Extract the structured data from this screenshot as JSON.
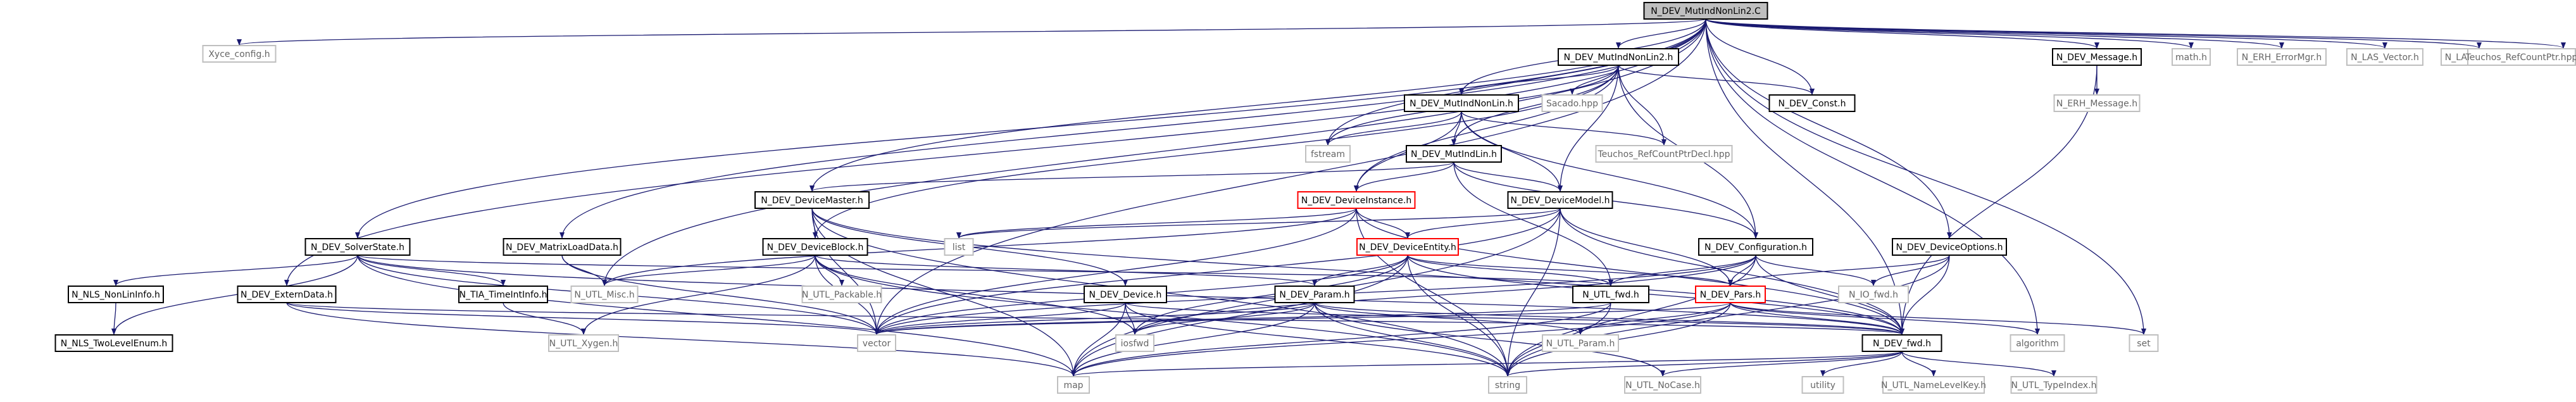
{
  "colors": {
    "edge": "#191970",
    "edge_alt": "#4b4b8a",
    "node_border": "#000000",
    "node_grey_border": "#bfbfbf",
    "node_red_border": "#ff0000",
    "root_fill": "#bfbfbf",
    "node_fill": "#ffffff",
    "text": "#000000",
    "grey_text": "#666666"
  },
  "nodes": [
    {
      "id": "root",
      "label": "N_DEV_MutIndNonLin2.C",
      "style": "root"
    },
    {
      "id": "xyce_config",
      "label": "Xyce_config.h",
      "style": "grey"
    },
    {
      "id": "dev_fwd",
      "label": "N_DEV_fwd.h",
      "style": "normal"
    },
    {
      "id": "utl_fwd",
      "label": "N_UTL_fwd.h",
      "style": "normal"
    },
    {
      "id": "io_fwd",
      "label": "N_IO_fwd.h",
      "style": "grey"
    },
    {
      "id": "dev_const",
      "label": "N_DEV_Const.h",
      "style": "normal"
    },
    {
      "id": "dev_mutindnonlin2",
      "label": "N_DEV_MutIndNonLin2.h",
      "style": "normal"
    },
    {
      "id": "dev_mutindnonlin",
      "label": "N_DEV_MutIndNonLin.h",
      "style": "normal"
    },
    {
      "id": "dev_mutindlin",
      "label": "N_DEV_MutIndLin.h",
      "style": "normal"
    },
    {
      "id": "dev_devicemaster",
      "label": "N_DEV_DeviceMaster.h",
      "style": "normal"
    },
    {
      "id": "dev_deviceinstance",
      "label": "N_DEV_DeviceInstance.h",
      "style": "red"
    },
    {
      "id": "dev_devicemodel",
      "label": "N_DEV_DeviceModel.h",
      "style": "normal"
    },
    {
      "id": "dev_configuration",
      "label": "N_DEV_Configuration.h",
      "style": "normal"
    },
    {
      "id": "dev_deviceoptions",
      "label": "N_DEV_DeviceOptions.h",
      "style": "normal"
    },
    {
      "id": "dev_message",
      "label": "N_DEV_Message.h",
      "style": "normal"
    },
    {
      "id": "erh_message",
      "label": "N_ERH_Message.h",
      "style": "grey"
    },
    {
      "id": "math",
      "label": "math.h",
      "style": "grey"
    },
    {
      "id": "erh_errormgr",
      "label": "N_ERH_ErrorMgr.h",
      "style": "grey"
    },
    {
      "id": "las_vector",
      "label": "N_LAS_Vector.h",
      "style": "grey"
    },
    {
      "id": "las_matrix",
      "label": "N_LAS_Matrix.h",
      "style": "grey"
    },
    {
      "id": "teuchos_rcp",
      "label": "Teuchos_RefCountPtr.hpp",
      "style": "grey"
    },
    {
      "id": "sacado",
      "label": "Sacado.hpp",
      "style": "grey"
    },
    {
      "id": "teuchos_rcpdecl",
      "label": "Teuchos_RefCountPtrDecl.hpp",
      "style": "grey"
    },
    {
      "id": "fstream",
      "label": "fstream",
      "style": "grey"
    },
    {
      "id": "dev_solverstate",
      "label": "N_DEV_SolverState.h",
      "style": "normal"
    },
    {
      "id": "dev_matrixloaddata",
      "label": "N_DEV_MatrixLoadData.h",
      "style": "normal"
    },
    {
      "id": "dev_externdata",
      "label": "N_DEV_ExternData.h",
      "style": "normal"
    },
    {
      "id": "dev_deviceblock",
      "label": "N_DEV_DeviceBlock.h",
      "style": "normal"
    },
    {
      "id": "dev_deviceentity",
      "label": "N_DEV_DeviceEntity.h",
      "style": "red"
    },
    {
      "id": "dev_device",
      "label": "N_DEV_Device.h",
      "style": "normal"
    },
    {
      "id": "dev_param",
      "label": "N_DEV_Param.h",
      "style": "normal"
    },
    {
      "id": "dev_pars",
      "label": "N_DEV_Pars.h",
      "style": "red"
    },
    {
      "id": "nls_noninfo",
      "label": "N_NLS_NonLinInfo.h",
      "style": "normal"
    },
    {
      "id": "nls_twolevelenum",
      "label": "N_NLS_TwoLevelEnum.h",
      "style": "normal"
    },
    {
      "id": "tia_timeintinfo",
      "label": "N_TIA_TimeIntInfo.h",
      "style": "normal"
    },
    {
      "id": "utl_misc",
      "label": "N_UTL_Misc.h",
      "style": "grey"
    },
    {
      "id": "utl_packable",
      "label": "N_UTL_Packable.h",
      "style": "grey"
    },
    {
      "id": "utl_xygen",
      "label": "N_UTL_Xygen.h",
      "style": "grey"
    },
    {
      "id": "utl_param",
      "label": "N_UTL_Param.h",
      "style": "grey"
    },
    {
      "id": "utl_nocase",
      "label": "N_UTL_NoCase.h",
      "style": "grey"
    },
    {
      "id": "utl_namelevelkey",
      "label": "N_UTL_NameLevelKey.h",
      "style": "grey"
    },
    {
      "id": "utl_typeindex",
      "label": "N_UTL_TypeIndex.h",
      "style": "grey"
    },
    {
      "id": "list",
      "label": "list",
      "style": "grey"
    },
    {
      "id": "vector",
      "label": "vector",
      "style": "grey"
    },
    {
      "id": "iosfwd",
      "label": "iosfwd",
      "style": "grey"
    },
    {
      "id": "map",
      "label": "map",
      "style": "grey"
    },
    {
      "id": "string",
      "label": "string",
      "style": "grey"
    },
    {
      "id": "algorithm",
      "label": "algorithm",
      "style": "grey"
    },
    {
      "id": "set",
      "label": "set",
      "style": "grey"
    },
    {
      "id": "utility",
      "label": "utility",
      "style": "grey"
    }
  ],
  "edges": [
    [
      "root",
      "xyce_config"
    ],
    [
      "root",
      "dev_mutindnonlin2"
    ],
    [
      "root",
      "dev_const"
    ],
    [
      "root",
      "dev_message"
    ],
    [
      "root",
      "math"
    ],
    [
      "root",
      "erh_errormgr"
    ],
    [
      "root",
      "las_vector"
    ],
    [
      "root",
      "las_matrix"
    ],
    [
      "root",
      "teuchos_rcp"
    ],
    [
      "root",
      "dev_devicemaster"
    ],
    [
      "root",
      "dev_solverstate"
    ],
    [
      "root",
      "dev_externdata"
    ],
    [
      "root",
      "dev_matrixloaddata"
    ],
    [
      "root",
      "dev_deviceoptions"
    ],
    [
      "root",
      "dev_mutindnonlin"
    ],
    [
      "root",
      "fstream"
    ],
    [
      "root",
      "utl_misc"
    ],
    [
      "root",
      "vector"
    ],
    [
      "root",
      "set"
    ],
    [
      "root",
      "algorithm"
    ],
    [
      "root",
      "dev_fwd"
    ],
    [
      "dev_mutindnonlin2",
      "dev_const"
    ],
    [
      "dev_mutindnonlin2",
      "sacado"
    ],
    [
      "dev_mutindnonlin2",
      "teuchos_rcpdecl"
    ],
    [
      "dev_mutindnonlin2",
      "dev_mutindnonlin"
    ],
    [
      "dev_mutindnonlin2",
      "fstream"
    ],
    [
      "dev_mutindnonlin2",
      "dev_mutindlin"
    ],
    [
      "dev_mutindnonlin2",
      "dev_deviceinstance"
    ],
    [
      "dev_mutindnonlin2",
      "dev_devicemodel"
    ],
    [
      "dev_mutindnonlin2",
      "dev_configuration"
    ],
    [
      "dev_mutindnonlin2",
      "dev_deviceblock"
    ],
    [
      "dev_mutindnonlin",
      "fstream"
    ],
    [
      "dev_mutindnonlin",
      "teuchos_rcpdecl"
    ],
    [
      "dev_mutindnonlin",
      "dev_mutindlin"
    ],
    [
      "dev_mutindnonlin",
      "dev_deviceinstance"
    ],
    [
      "dev_mutindnonlin",
      "dev_devicemodel"
    ],
    [
      "dev_mutindnonlin",
      "dev_configuration"
    ],
    [
      "dev_mutindlin",
      "dev_deviceinstance"
    ],
    [
      "dev_mutindlin",
      "dev_devicemodel"
    ],
    [
      "dev_mutindlin",
      "dev_devicemaster"
    ],
    [
      "dev_mutindlin",
      "dev_configuration"
    ],
    [
      "dev_mutindlin",
      "utl_fwd"
    ],
    [
      "dev_devicemaster",
      "dev_deviceblock"
    ],
    [
      "dev_devicemaster",
      "dev_device"
    ],
    [
      "dev_devicemaster",
      "map"
    ],
    [
      "dev_devicemaster",
      "vector"
    ],
    [
      "dev_devicemaster",
      "string"
    ],
    [
      "dev_devicemaster",
      "dev_fwd"
    ],
    [
      "dev_deviceinstance",
      "dev_deviceentity"
    ],
    [
      "dev_deviceinstance",
      "list"
    ],
    [
      "dev_deviceinstance",
      "vector"
    ],
    [
      "dev_deviceinstance",
      "string"
    ],
    [
      "dev_deviceinstance",
      "utl_misc"
    ],
    [
      "dev_deviceinstance",
      "dev_fwd"
    ],
    [
      "dev_devicemodel",
      "dev_deviceentity"
    ],
    [
      "dev_devicemodel",
      "dev_pars"
    ],
    [
      "dev_devicemodel",
      "map"
    ],
    [
      "dev_devicemodel",
      "vector"
    ],
    [
      "dev_devicemodel",
      "string"
    ],
    [
      "dev_devicemodel",
      "dev_fwd"
    ],
    [
      "dev_devicemodel",
      "list"
    ],
    [
      "dev_configuration",
      "dev_pars"
    ],
    [
      "dev_configuration",
      "dev_fwd"
    ],
    [
      "dev_configuration",
      "vector"
    ],
    [
      "dev_configuration",
      "string"
    ],
    [
      "dev_configuration",
      "iosfwd"
    ],
    [
      "dev_configuration",
      "utl_fwd"
    ],
    [
      "dev_configuration",
      "io_fwd"
    ],
    [
      "dev_deviceoptions",
      "dev_pars"
    ],
    [
      "dev_deviceoptions",
      "dev_fwd"
    ],
    [
      "dev_deviceoptions",
      "io_fwd"
    ],
    [
      "dev_deviceoptions",
      "string"
    ],
    [
      "dev_message",
      "erh_message"
    ],
    [
      "dev_message",
      "dev_fwd"
    ],
    [
      "dev_solverstate",
      "nls_noninfo"
    ],
    [
      "dev_solverstate",
      "nls_twolevelenum"
    ],
    [
      "dev_solverstate",
      "tia_timeintinfo"
    ],
    [
      "dev_solverstate",
      "vector"
    ],
    [
      "dev_solverstate",
      "map"
    ],
    [
      "dev_solverstate",
      "dev_fwd"
    ],
    [
      "dev_solverstate",
      "utl_fwd"
    ],
    [
      "nls_noninfo",
      "nls_twolevelenum"
    ],
    [
      "dev_matrixloaddata",
      "utl_misc"
    ],
    [
      "dev_matrixloaddata",
      "vector"
    ],
    [
      "dev_externdata",
      "vector"
    ],
    [
      "dev_externdata",
      "map"
    ],
    [
      "dev_externdata",
      "dev_fwd"
    ],
    [
      "dev_deviceblock",
      "utl_misc"
    ],
    [
      "dev_deviceblock",
      "utl_packable"
    ],
    [
      "dev_deviceblock",
      "dev_param"
    ],
    [
      "dev_deviceblock",
      "vector"
    ],
    [
      "dev_deviceblock",
      "string"
    ],
    [
      "dev_deviceblock",
      "iosfwd"
    ],
    [
      "dev_deviceblock",
      "utl_xygen"
    ],
    [
      "dev_deviceentity",
      "dev_param"
    ],
    [
      "dev_deviceentity",
      "dev_pars"
    ],
    [
      "dev_deviceentity",
      "map"
    ],
    [
      "dev_deviceentity",
      "string"
    ],
    [
      "dev_deviceentity",
      "vector"
    ],
    [
      "dev_deviceentity",
      "iosfwd"
    ],
    [
      "dev_deviceentity",
      "utl_fwd"
    ],
    [
      "dev_deviceentity",
      "dev_fwd"
    ],
    [
      "dev_device",
      "map"
    ],
    [
      "dev_device",
      "vector"
    ],
    [
      "dev_device",
      "string"
    ],
    [
      "dev_device",
      "iosfwd"
    ],
    [
      "dev_device",
      "dev_fwd"
    ],
    [
      "dev_param",
      "utl_param"
    ],
    [
      "dev_param",
      "utl_nocase"
    ],
    [
      "dev_param",
      "map"
    ],
    [
      "dev_param",
      "vector"
    ],
    [
      "dev_param",
      "string"
    ],
    [
      "dev_param",
      "iosfwd"
    ],
    [
      "dev_param",
      "dev_fwd"
    ],
    [
      "dev_pars",
      "map"
    ],
    [
      "dev_pars",
      "string"
    ],
    [
      "dev_pars",
      "algorithm"
    ],
    [
      "dev_pars",
      "set"
    ],
    [
      "dev_pars",
      "dev_fwd"
    ],
    [
      "dev_pars",
      "utl_param"
    ],
    [
      "dev_pars",
      "vector"
    ],
    [
      "dev_fwd",
      "map"
    ],
    [
      "dev_fwd",
      "string"
    ],
    [
      "dev_fwd",
      "utility"
    ],
    [
      "dev_fwd",
      "utl_nocase"
    ],
    [
      "dev_fwd",
      "utl_namelevelkey"
    ],
    [
      "dev_fwd",
      "utl_typeindex"
    ],
    [
      "utl_fwd",
      "vector"
    ],
    [
      "utl_fwd",
      "map"
    ],
    [
      "utl_fwd",
      "string"
    ],
    [
      "tia_timeintinfo",
      "utl_xygen"
    ]
  ]
}
